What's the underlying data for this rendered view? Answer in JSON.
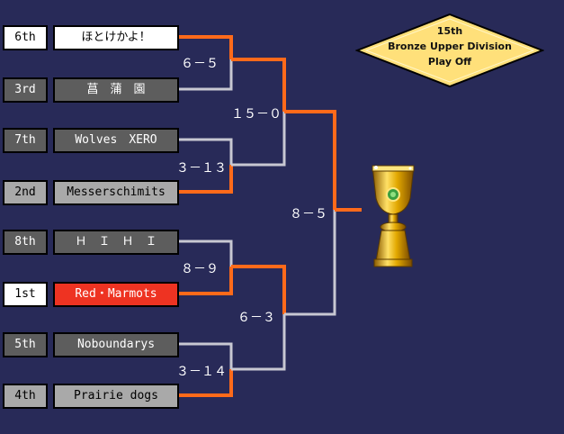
{
  "title": {
    "line1": "15th",
    "line2": "Bronze Upper Division",
    "line3": "Play Off"
  },
  "teams": [
    {
      "rank": "6th",
      "name": "ほとけかよ！"
    },
    {
      "rank": "3rd",
      "name": "菖　蒲　園"
    },
    {
      "rank": "7th",
      "name": "Wolves　XERO"
    },
    {
      "rank": "2nd",
      "name": "Messerschimits"
    },
    {
      "rank": "8th",
      "name": "Ｈ　Ｉ　Ｈ　Ｉ"
    },
    {
      "rank": "1st",
      "name": "Red・Marmots"
    },
    {
      "rank": "5th",
      "name": "Noboundarys"
    },
    {
      "rank": "4th",
      "name": "Prairie dogs"
    }
  ],
  "scores": {
    "r1_m1": "６－５",
    "r1_m2": "３－１３",
    "r1_m3": "８－９",
    "r1_m4": "３－１４",
    "r2_m1": "１５－０",
    "r2_m2": "６－３",
    "final": "８－５"
  },
  "colors": {
    "background": "#282a58",
    "winner_path": "#ff6a1a",
    "loser_path": "#c8c8d2",
    "title_badge": "#ffe07a"
  },
  "icons": {
    "trophy": "trophy-icon"
  }
}
